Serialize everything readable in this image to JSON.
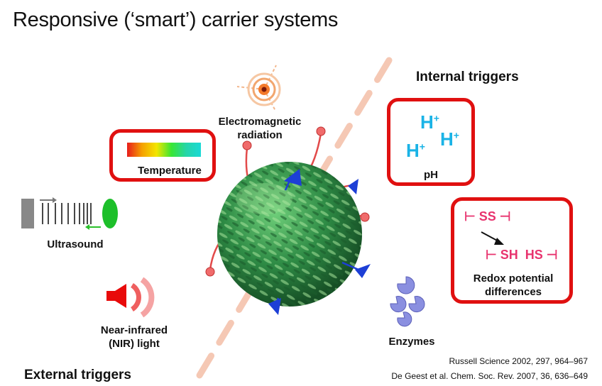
{
  "title": "Responsive (‘smart’) carrier systems",
  "headings": {
    "internal": "Internal triggers",
    "external": "External triggers"
  },
  "triggers": {
    "electromagnetic": "Electromagnetic radiation",
    "temperature": "Temperature",
    "ultrasound": "Ultrasound",
    "nir": "Near-infrared (NIR) light",
    "ph": "pH",
    "redox": "Redox potential differences",
    "enzymes": "Enzymes"
  },
  "chemistry": {
    "ph_ion": "H",
    "ph_charge": "+",
    "disulfide": "SS",
    "thiol_left": "SH",
    "thiol_right": "HS"
  },
  "references": [
    "Russell Science 2002, 297, 964–967",
    "De Geest et al. Chem. Soc. Rev. 2007, 36, 636–649"
  ],
  "colors": {
    "frame_red": "#e01010",
    "particle_green": "#2e8b45",
    "ph_blue": "#1ab3e6",
    "redox_pink": "#e8336e",
    "enzyme_purple": "#8a8fe0",
    "divider_peach": "#f5c8b4"
  }
}
